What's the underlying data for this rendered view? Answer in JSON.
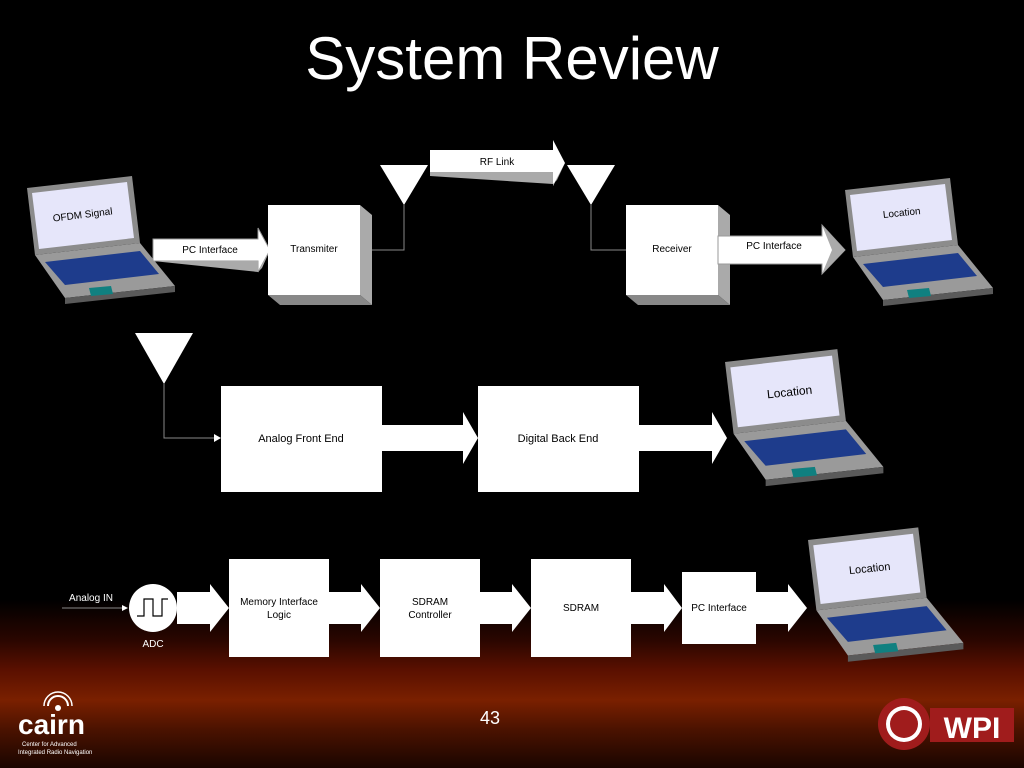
{
  "slide": {
    "title": "System Review",
    "page_number": "43"
  },
  "row1": {
    "laptop_left_screen": "OFDM Signal",
    "pc_interface_left": "PC Interface",
    "transmitter": "Transmiter",
    "rf_link": "RF Link",
    "receiver": "Receiver",
    "pc_interface_right": "PC Interface",
    "laptop_right_screen": "Location"
  },
  "row2": {
    "analog_front_end": "Analog Front End",
    "digital_back_end": "Digital Back End",
    "laptop_screen": "Location"
  },
  "row3": {
    "analog_in": "Analog IN",
    "adc": "ADC",
    "memory_interface_line1": "Memory Interface",
    "memory_interface_line2": "Logic",
    "sdram_controller_line1": "SDRAM",
    "sdram_controller_line2": "Controller",
    "sdram": "SDRAM",
    "pc_interface": "PC Interface",
    "laptop_screen": "Location"
  },
  "logos": {
    "cairn": "cairn",
    "cairn_tagline_1": "Center for Advanced",
    "cairn_tagline_2": "Integrated Radio Navigation",
    "wpi": "WPI"
  },
  "colors": {
    "background": "#000000",
    "box_fill": "#ffffff",
    "screen_fill": "#e6e6fa",
    "keyboard_key": "#1e3c8c",
    "wpi_red": "#a01c1c"
  }
}
